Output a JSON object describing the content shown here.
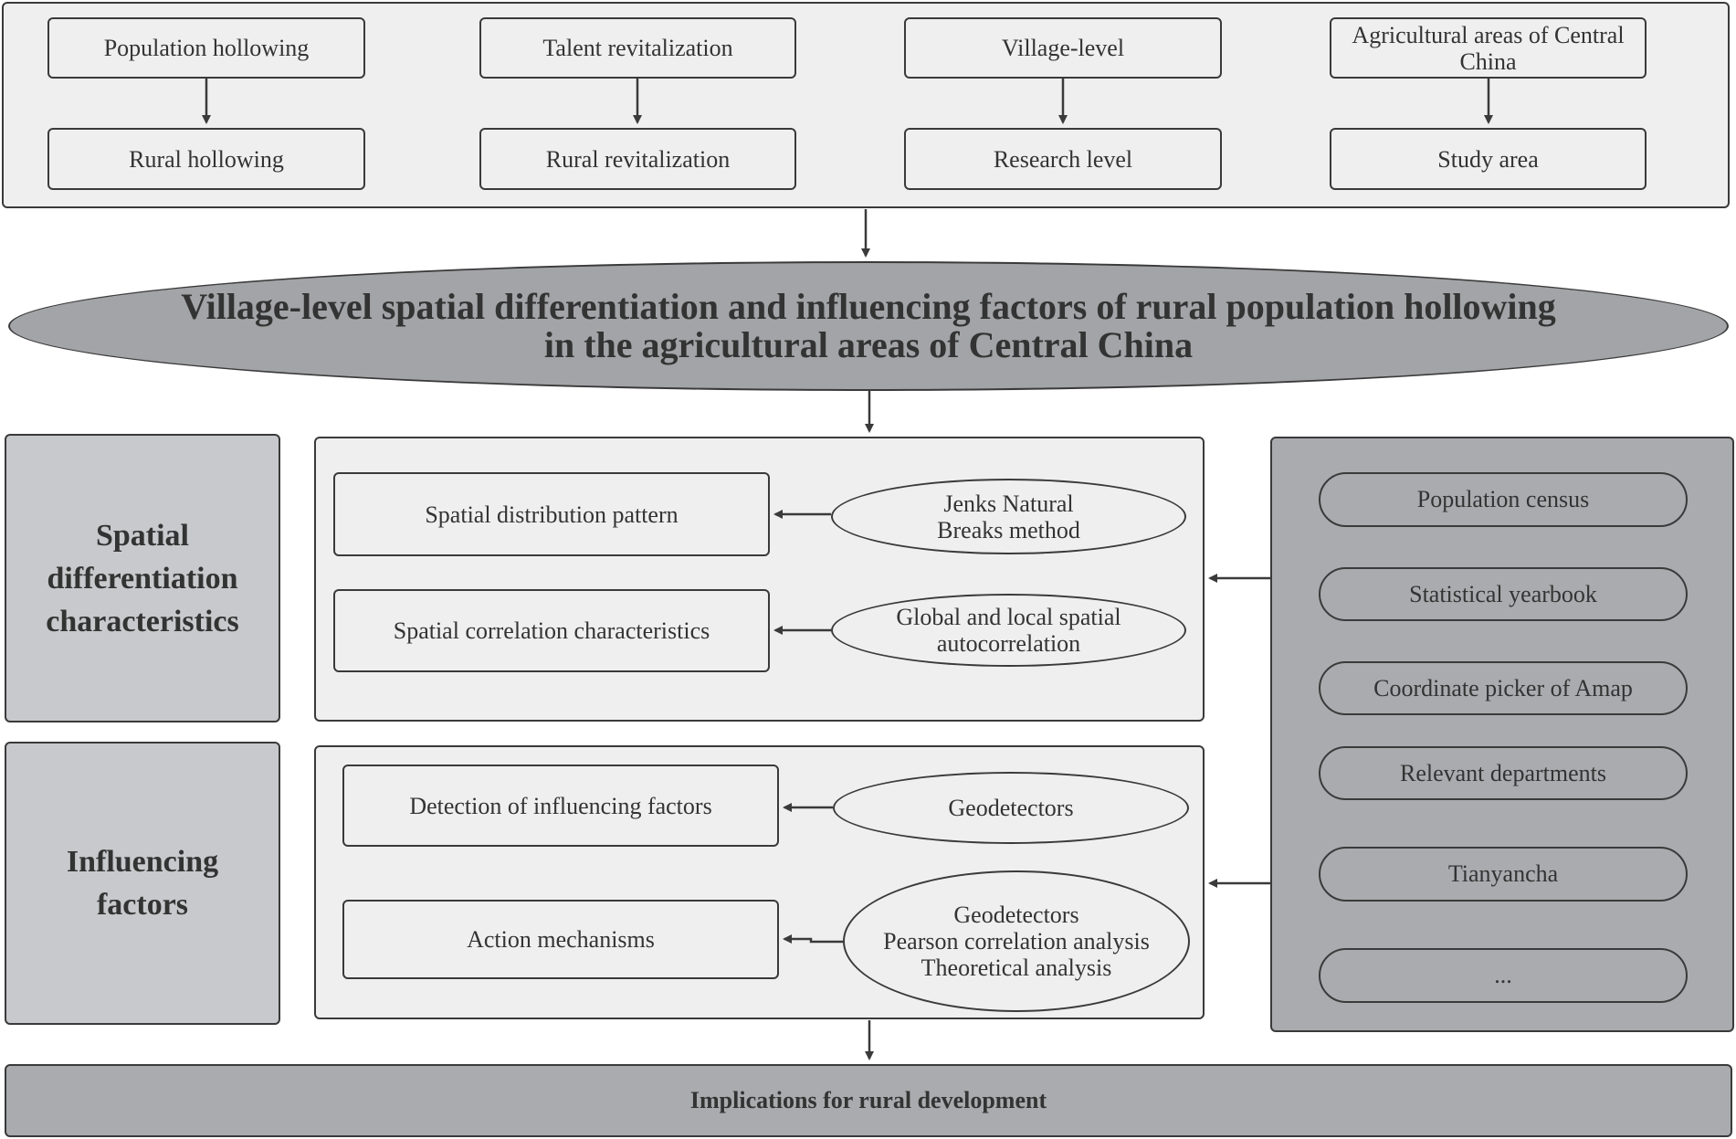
{
  "top_panel": {
    "upper_row": [
      "Population hollowing",
      "Talent revitalization",
      "Village-level",
      "Agricultural areas of Central China"
    ],
    "lower_row": [
      "Rural hollowing",
      "Rural revitalization",
      "Research level",
      "Study area"
    ]
  },
  "main_title": {
    "line1": "Village-level spatial differentiation and influencing factors of rural population hollowing",
    "line2": "in the agricultural areas of Central China"
  },
  "spatial_section": {
    "side_label": [
      "Spatial",
      "differentiation",
      "characteristics"
    ],
    "rows": [
      {
        "result": "Spatial distribution pattern",
        "method": [
          "Jenks Natural",
          "Breaks method"
        ]
      },
      {
        "result": "Spatial correlation characteristics",
        "method": [
          "Global and local spatial",
          "autocorrelation"
        ]
      }
    ]
  },
  "influencing_section": {
    "side_label": [
      "Influencing",
      "factors"
    ],
    "rows": [
      {
        "result": "Detection of influencing factors",
        "method": [
          "Geodetectors"
        ]
      },
      {
        "result": "Action mechanisms",
        "method": [
          "Geodetectors",
          "Pearson correlation analysis",
          "Theoretical analysis"
        ]
      }
    ]
  },
  "data_sources": [
    "Population census",
    "Statistical yearbook",
    "Coordinate picker of Amap",
    "Relevant departments",
    "Tianyancha",
    "..."
  ],
  "bottom": {
    "label": "Implications for rural development"
  },
  "colors": {
    "light_fill": "#efefef",
    "mid_fill": "#c8c9cc",
    "dark_fill": "#a9abae",
    "stroke": "#3a3a3a"
  }
}
